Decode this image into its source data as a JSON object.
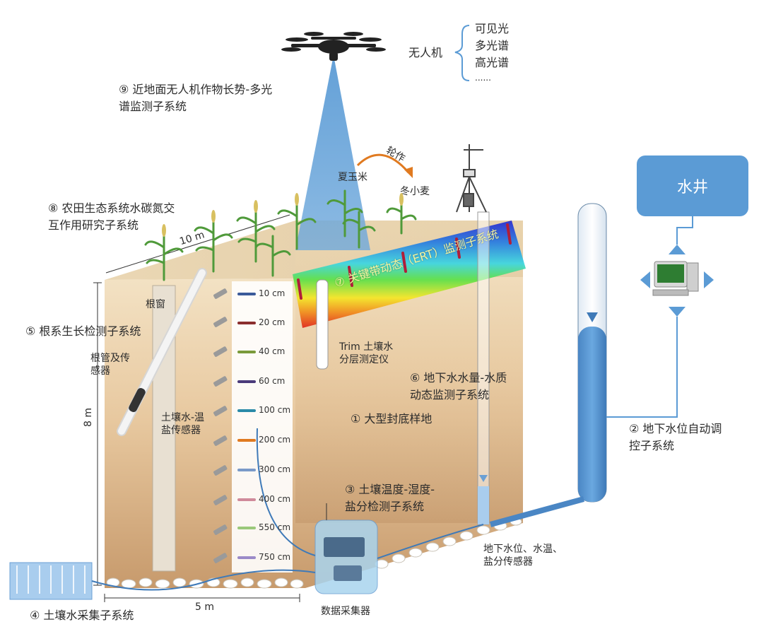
{
  "uav": {
    "name": "无人机",
    "sensors": [
      "可见光",
      "多光谱",
      "高光谱",
      "......"
    ]
  },
  "crops": {
    "summer": "夏玉米",
    "rotation": "轮作",
    "winter": "冬小麦"
  },
  "well": {
    "label": "水井"
  },
  "subsystems": {
    "s1": "① 大型封底样地",
    "s2_line1": "② 地下水位自动调",
    "s2_line2": "控子系统",
    "s3_line1": "③ 土壤温度-湿度-",
    "s3_line2": "盐分检测子系统",
    "s4": "④ 土壤水采集子系统",
    "s5": "⑤ 根系生长检测子系统",
    "s6_line1": "⑥ 地下水水量-水质",
    "s6_line2": "动态监测子系统",
    "s7": "⑦ 关键带动态（ERT）监测子系统",
    "s8_line1": "⑧ 农田生态系统水碳氮交",
    "s8_line2": "互作用研究子系统",
    "s9_line1": "⑨ 近地面无人机作物长势-多光",
    "s9_line2": "谱监测子系统"
  },
  "labels": {
    "root_window": "根窗",
    "root_tube_1": "根管及传",
    "root_tube_2": "感器",
    "soil_sensor_1": "土壤水-温",
    "soil_sensor_2": "盐传感器",
    "trim_1": "Trim 土壤水",
    "trim_2": "分层测定仪",
    "gw_sensor_1": "地下水位、水温、",
    "gw_sensor_2": "盐分传感器",
    "logger": "数据采集器"
  },
  "dimensions": {
    "depth": "8 m",
    "width": "5 m",
    "length": "10 m"
  },
  "depths": [
    {
      "label": "10 cm",
      "color": "#3a5a9a"
    },
    {
      "label": "20 cm",
      "color": "#8b2e2e"
    },
    {
      "label": "40 cm",
      "color": "#7a9a3a"
    },
    {
      "label": "60 cm",
      "color": "#4a3a7a"
    },
    {
      "label": "100 cm",
      "color": "#2a8aa8"
    },
    {
      "label": "200 cm",
      "color": "#e07a20"
    },
    {
      "label": "300 cm",
      "color": "#7a9ac8"
    },
    {
      "label": "400 cm",
      "color": "#d08a9a"
    },
    {
      "label": "550 cm",
      "color": "#9ac87a"
    },
    {
      "label": "750 cm",
      "color": "#9a8ac8"
    }
  ]
}
